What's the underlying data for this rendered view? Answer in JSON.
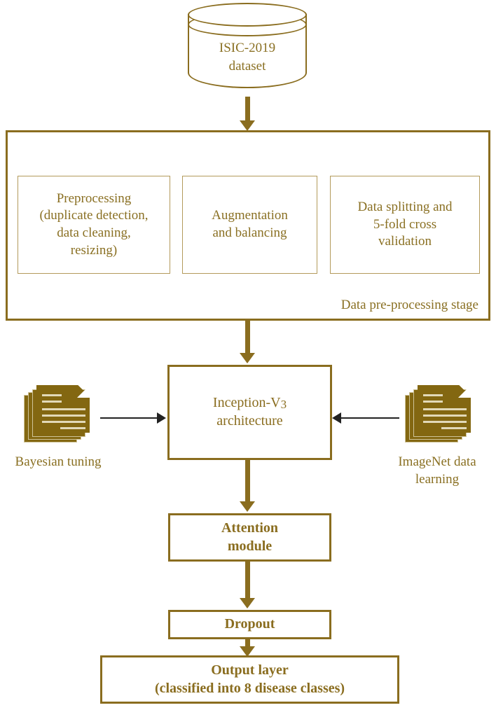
{
  "colors": {
    "gold_border": "#8a6d1f",
    "gold_text": "#8a7023",
    "thin_border": "#b39a5b",
    "doc_fill": "#836711",
    "doc_line": "#e2d9b8",
    "arrow_dark": "#222222",
    "background": "#ffffff"
  },
  "dataset": {
    "icon": "database-cylinder-icon",
    "line1": "ISIC-2019",
    "line2": "dataset"
  },
  "preprocessing_stage": {
    "stage_label": "Data pre-processing stage",
    "boxes": [
      {
        "name": "preprocessing",
        "lines": [
          "Preprocessing",
          "(duplicate detection,",
          "data cleaning,",
          "resizing)"
        ]
      },
      {
        "name": "augmentation",
        "lines": [
          "Augmentation",
          "and balancing"
        ]
      },
      {
        "name": "data-splitting",
        "lines": [
          "Data splitting and",
          "5-fold cross",
          "validation"
        ]
      }
    ]
  },
  "model": {
    "inception_line1_prefix": "Inception-V",
    "inception_line1_sub": "3",
    "inception_line2": "architecture"
  },
  "inputs": {
    "left": {
      "icon": "documents-stack-icon",
      "label": "Bayesian tuning"
    },
    "right": {
      "icon": "documents-stack-icon",
      "label_line1": "ImageNet data",
      "label_line2": "learning"
    }
  },
  "pipeline": {
    "attention_line1": "Attention",
    "attention_line2": "module",
    "dropout": "Dropout",
    "output_line1": "Output layer",
    "output_line2": "(classified into 8 disease classes)"
  },
  "arrows": {
    "dataset_to_prep": "down-arrow-icon",
    "prep_to_inception": "down-arrow-icon",
    "bayes_to_inception": "right-arrow-icon",
    "imagenet_to_inception": "left-arrow-icon",
    "inception_to_attention": "down-arrow-icon",
    "attention_to_dropout": "down-arrow-icon",
    "dropout_to_output": "down-arrow-icon"
  }
}
